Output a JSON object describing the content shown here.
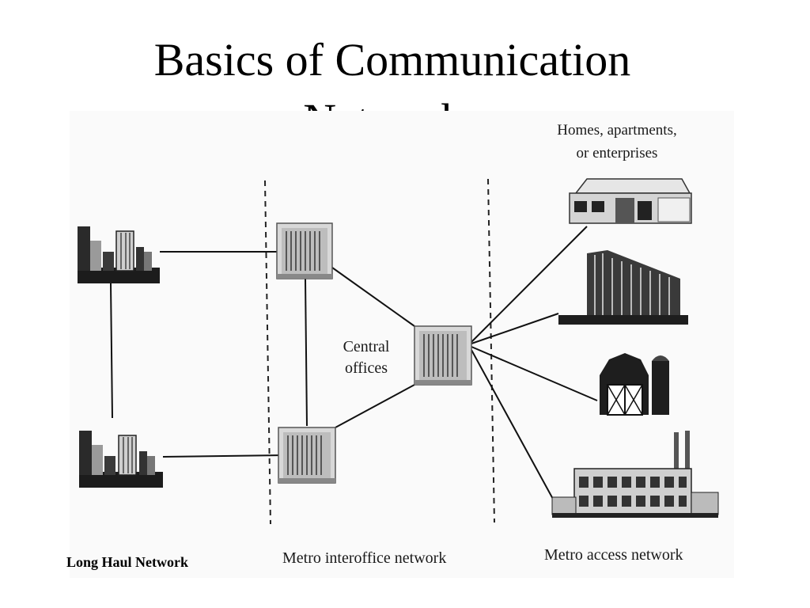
{
  "title": {
    "line1": "Basics of Communication",
    "line2": "Networks"
  },
  "labels": {
    "homes_line1": "Homes, apartments,",
    "homes_line2": "or enterprises",
    "central_line1": "Central",
    "central_line2": "offices",
    "long_haul": "Long Haul Network",
    "metro_interoffice": "Metro interoffice network",
    "metro_access": "Metro access network"
  }
}
